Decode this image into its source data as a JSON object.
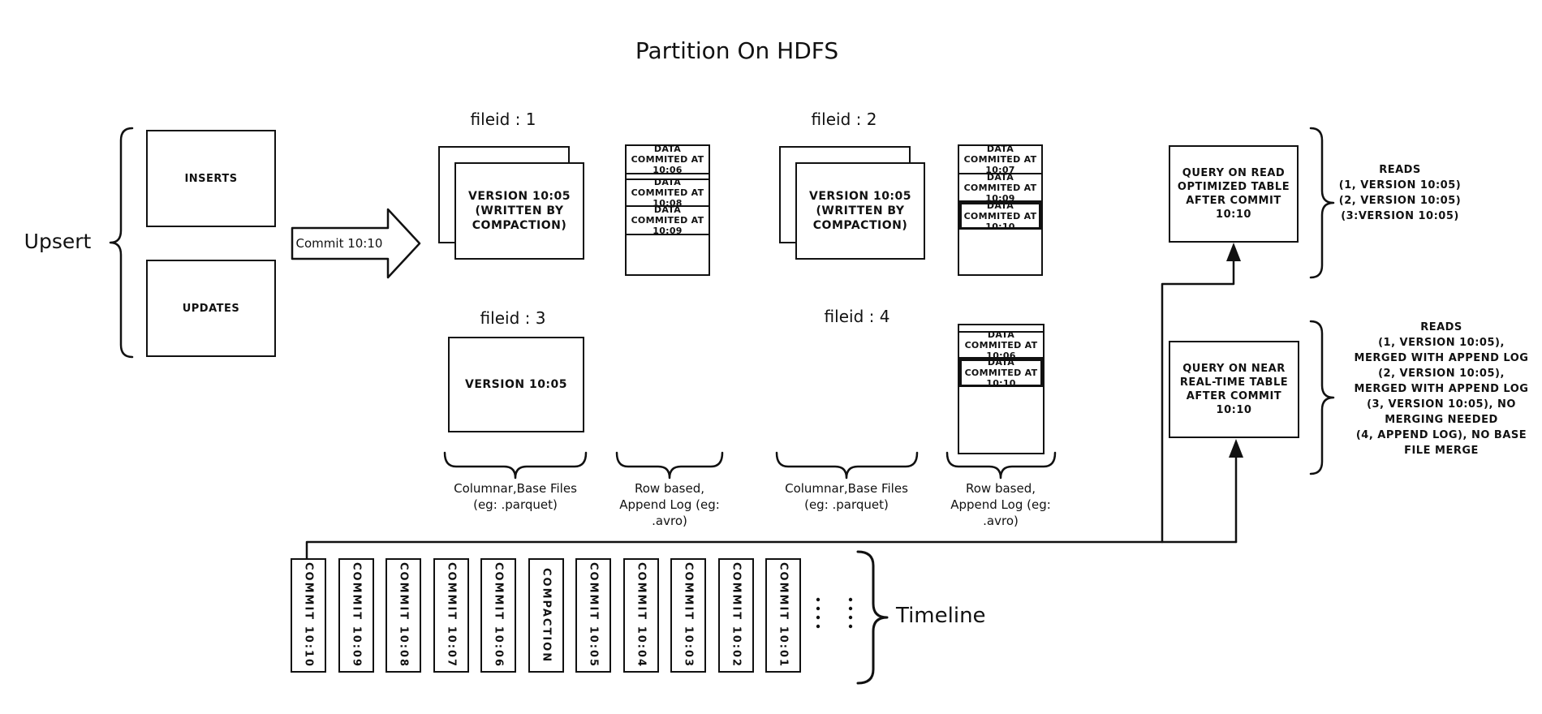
{
  "title": "Partition On HDFS",
  "colors": {
    "ink": "#111111",
    "background": "#ffffff"
  },
  "upsert": {
    "label": "Upsert",
    "inserts": "INSERTS",
    "updates": "UPDATES"
  },
  "commit_arrow_label": "Commit 10:10",
  "files": {
    "f1": {
      "label": "fileid : 1",
      "base": "VERSION 10:05\n(WRITTEN BY\nCOMPACTION)",
      "log": [
        "DATA COMMITED AT 10:06",
        "DATA COMMITED AT 10:08",
        "DATA COMMITED AT 10:09"
      ]
    },
    "f2": {
      "label": "fileid : 2",
      "base": "VERSION 10:05\n(WRITTEN BY\nCOMPACTION)",
      "log": [
        "DATA COMMITED AT 10:07",
        "DATA COMMITED AT 10:09",
        "DATA COMMITED AT 10:10"
      ]
    },
    "f3": {
      "label": "fileid : 3",
      "base": "VERSION 10:05"
    },
    "f4": {
      "label": "fileid : 4",
      "log": [
        "DATA COMMITED AT 10:06",
        "DATA COMMITED AT 10:10"
      ]
    }
  },
  "legends": {
    "columnar": "Columnar,Base Files\n(eg: .parquet)",
    "row_based": "Row based,\nAppend Log (eg:\n.avro)"
  },
  "queries": {
    "read_optimized": {
      "box": "QUERY ON READ\nOPTIMIZED TABLE\nAFTER COMMIT\n10:10",
      "reads": "READS\n(1, VERSION 10:05)\n(2, VERSION 10:05)\n(3:VERSION 10:05)"
    },
    "near_real_time": {
      "box": "QUERY ON NEAR\nREAL-TIME TABLE\nAFTER COMMIT\n10:10",
      "reads": "READS\n(1, VERSION 10:05),\nMERGED WITH APPEND LOG\n(2, VERSION 10:05),\nMERGED WITH APPEND LOG\n(3, VERSION 10:05), NO\nMERGING NEEDED\n(4, APPEND LOG), NO BASE\nFILE MERGE"
    }
  },
  "timeline": {
    "label": "Timeline",
    "items": [
      "COMMIT 10:10",
      "COMMIT 10:09",
      "COMMIT 10:08",
      "COMMIT 10:07",
      "COMMIT 10:06",
      "COMPACTION",
      "COMMIT 10:05",
      "COMMIT 10:04",
      "COMMIT 10:03",
      "COMMIT 10:02",
      "COMMIT 10:01"
    ]
  }
}
